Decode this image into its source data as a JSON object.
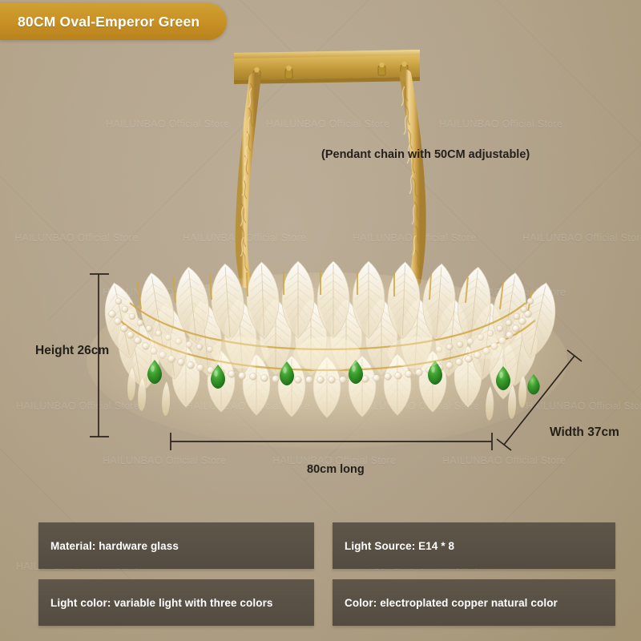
{
  "banner": {
    "title": "80CM Oval-Emperor Green",
    "bg_color": "#c79024",
    "text_color": "#ffffff"
  },
  "background": {
    "color": "#b4a48c",
    "watermark_text": "HAILUNBAO Official Store"
  },
  "product": {
    "type": "oval crystal leaf chandelier",
    "finish_color": "#d8ae4e",
    "gem_color": "#2f8f2a",
    "glass_color": "#f6efdf"
  },
  "annotations": {
    "chain_note": "(Pendant chain with 50CM adjustable)",
    "height": "Height 26cm",
    "width": "Width 37cm",
    "length": "80cm long"
  },
  "specs": {
    "material": "Material: hardware glass",
    "light_source": "Light Source: E14 * 8",
    "light_color": "Light color: variable light with three colors",
    "color": "Color: electroplated copper natural color",
    "box_color": "#574f43"
  }
}
